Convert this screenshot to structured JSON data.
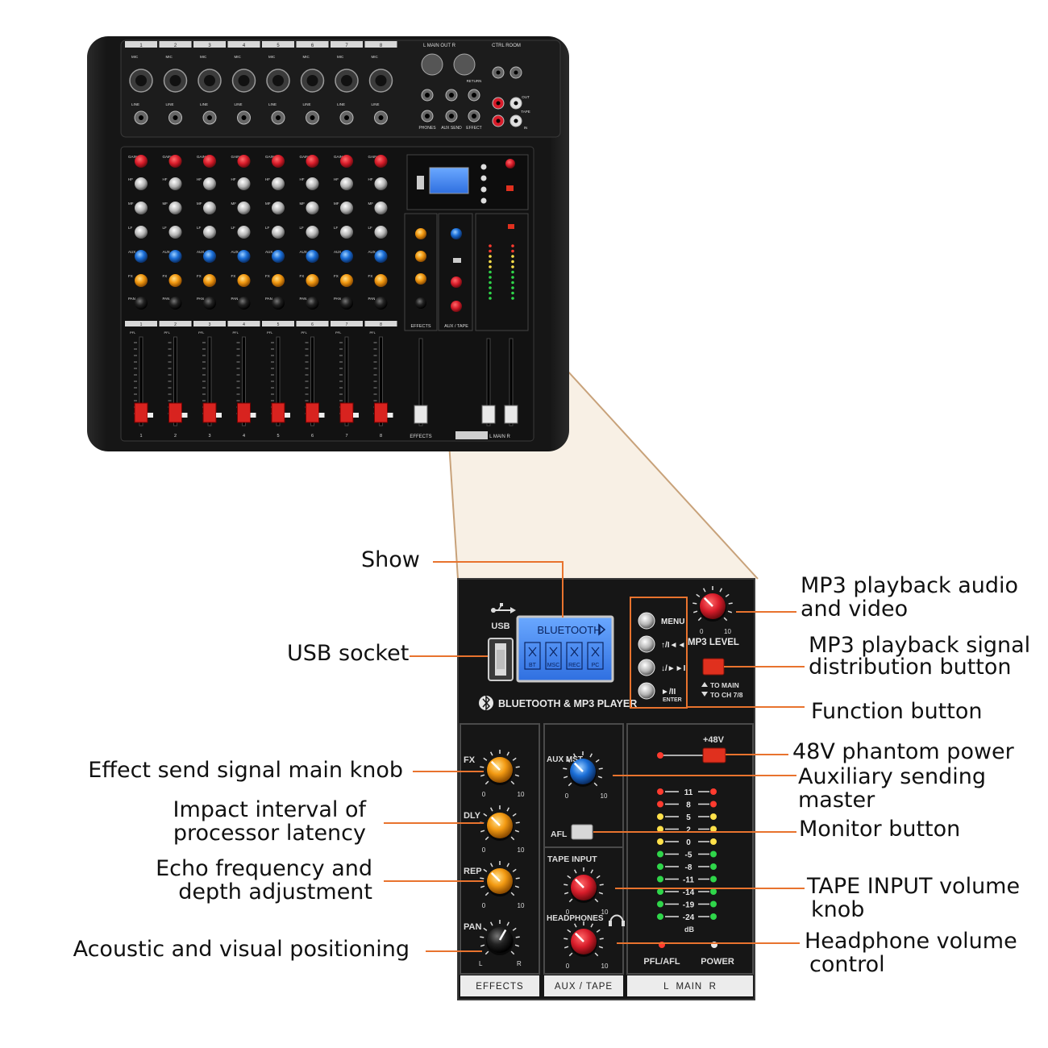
{
  "mixer": {
    "channels": [
      "1",
      "2",
      "3",
      "4",
      "5",
      "6",
      "7",
      "8"
    ],
    "top_main_out": "L MAIN OUT R",
    "top_ctrl_room": "CTRL ROOM",
    "mic": "MIC",
    "line": "LINE",
    "knob_labels": [
      "GAIN",
      "HF",
      "MF",
      "LF",
      "AUX",
      "FX",
      "PAN"
    ],
    "phones": "PHONES",
    "aux_send": "AUX SEND",
    "effect": "EFFECT",
    "return": "RETURN",
    "tape": "TAPE",
    "out": "OUT",
    "in": "IN",
    "pfl": "PFL",
    "effects": "EFFECTS",
    "aux_tape": "AUX / TAPE",
    "l_main_r": "L MAIN R"
  },
  "zoom": {
    "usb": "USB",
    "display_text": "BLUETOOTH",
    "display_icons": [
      "BT",
      "MSC",
      "REC",
      "PC"
    ],
    "bt_title": "BLUETOOTH & MP3 PLAYER",
    "buttons": [
      "MENU",
      "↑/I◄◄",
      "↓/►►I",
      "►/II"
    ],
    "enter": "ENTER",
    "mp3_level": "MP3 LEVEL",
    "scale_min": "0",
    "scale_max": "10",
    "to_main": "TO MAIN",
    "to_ch": "TO CH 7/8",
    "fx": "FX",
    "dly": "DLY",
    "rep": "REP",
    "pan": "PAN",
    "pan_l": "L",
    "pan_r": "R",
    "aux_mst": "AUX MST",
    "afl": "AFL",
    "tape_input": "TAPE INPUT",
    "headphones": "HEADPHONES",
    "phantom": "+48V",
    "meter_scale": [
      "11",
      "8",
      "5",
      "2",
      "0",
      "-5",
      "-8",
      "-11",
      "-14",
      "-19",
      "-24"
    ],
    "db": "dB",
    "pfl_afl": "PFL/AFL",
    "power": "POWER",
    "effects": "EFFECTS",
    "aux_tape": "AUX / TAPE",
    "l_main_r": "L  MAIN  R"
  },
  "callouts": {
    "show": "Show",
    "usb_socket": "USB socket",
    "mp3_av_1": "MP3 playback audio",
    "mp3_av_2": "and video",
    "mp3_dist_1": "MP3 playback signal",
    "mp3_dist_2": "distribution button",
    "function": "Function button",
    "phantom": "48V phantom power",
    "aux_master_1": "Auxiliary sending",
    "aux_master_2": "master",
    "monitor": "Monitor button",
    "tape_vol_1": "TAPE INPUT volume",
    "tape_vol_2": "knob",
    "headphone_1": "Headphone volume",
    "headphone_2": "control",
    "effect_send": "Effect send signal main knob",
    "latency_1": "Impact interval of",
    "latency_2": "processor latency",
    "echo_1": "Echo frequency and",
    "echo_2": "depth adjustment",
    "positioning": "Acoustic and visual positioning"
  },
  "colors": {
    "leader_line": "#e8732e",
    "zoom_beam": "#c8a27a",
    "knob_red": "#d81c2a",
    "knob_orange": "#f39a12",
    "knob_blue": "#1b6fd8",
    "panel": "#141414"
  }
}
